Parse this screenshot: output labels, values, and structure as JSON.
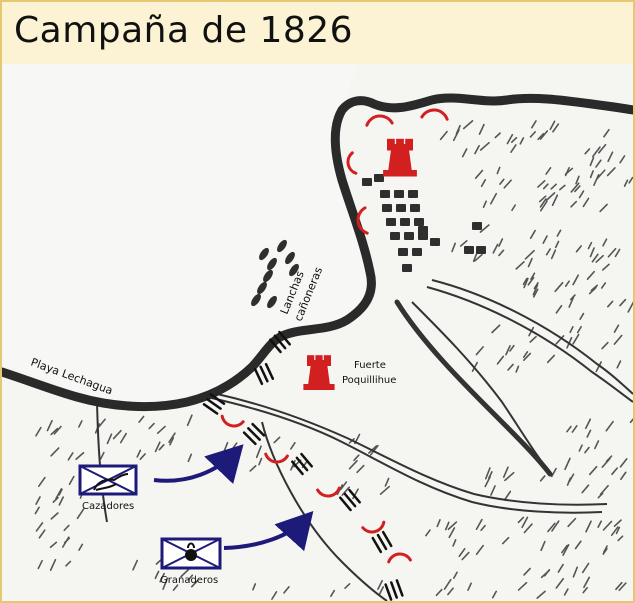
{
  "title": "Campaña de 1826",
  "labels": {
    "playa": "Playa Lechagua",
    "lanchas_line1": "Lanchas",
    "lanchas_line2": "cañoneras",
    "fuerte_line1": "Fuerte",
    "fuerte_line2": "Poquillihue",
    "cazadores": "Cazadores",
    "granaderos": "Granaderos"
  },
  "colors": {
    "background": "#fbf3d4",
    "frame": "#e6c872",
    "map_paper": "#f5f5f2",
    "coastline": "#2a2a2a",
    "fortification": "#d21f1f",
    "troops": "#1d1a7a"
  },
  "icons": {
    "fort": "fort-tower-icon",
    "infantry": "infantry-unit-icon",
    "gunboat": "gunboat-icon"
  }
}
